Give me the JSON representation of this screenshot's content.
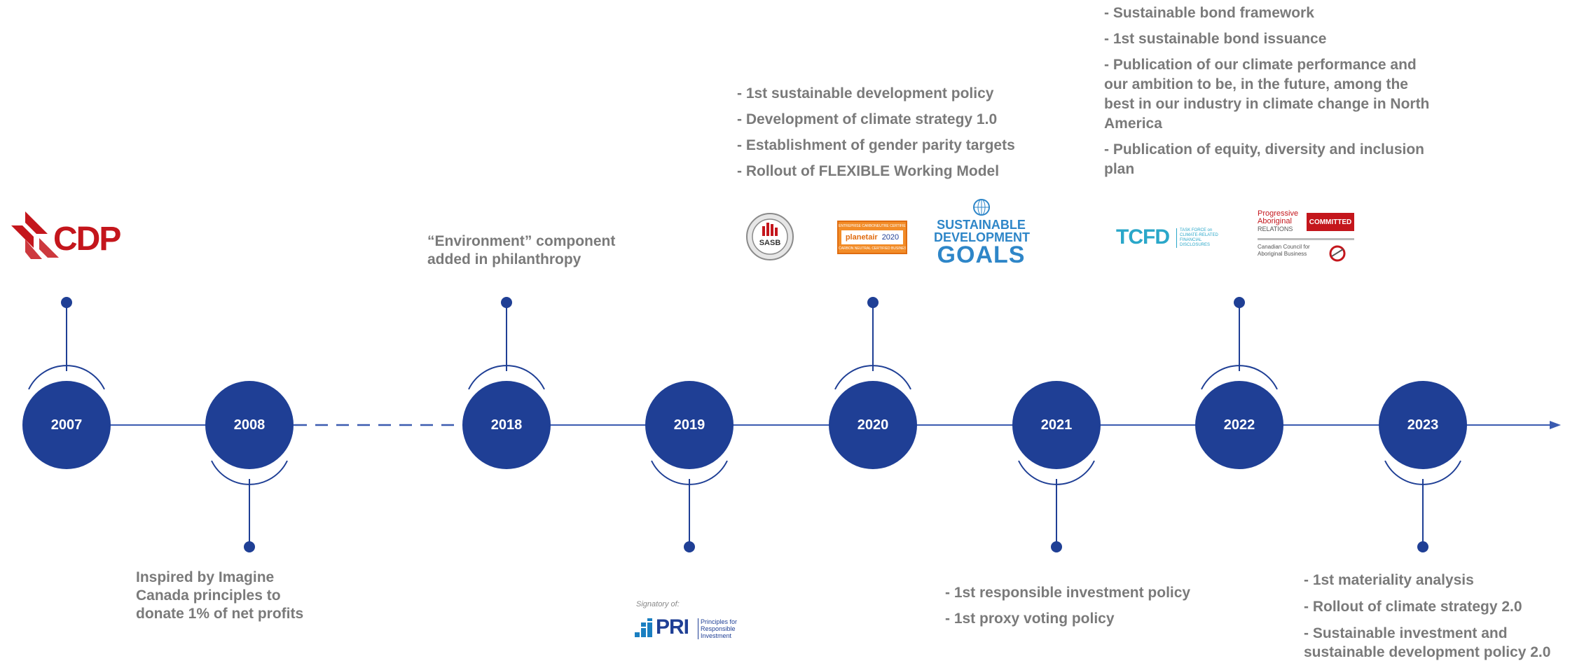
{
  "years": [
    "2007",
    "2008",
    "2018",
    "2019",
    "2020",
    "2021",
    "2022",
    "2023"
  ],
  "notes": {
    "y2008": [
      "Inspired by Imagine",
      "Canada principles to",
      "donate 1% of net profits"
    ],
    "y2018": [
      "“Environment” component",
      "added in philanthropy"
    ],
    "y2020": [
      "- 1st sustainable development policy",
      "- Development of climate strategy 1.0",
      "- Establishment of gender parity targets",
      "- Rollout of FLEXIBLE Working Model"
    ],
    "y2021": [
      "- 1st responsible investment policy",
      "- 1st proxy voting policy"
    ],
    "y2022": [
      "- Sustainable bond framework",
      "- 1st sustainable bond issuance",
      "- Publication of our climate performance and our ambition to be, in the future, among the best in our industry in climate change in North America",
      "- Publication of equity, diversity and inclusion plan"
    ],
    "y2023": [
      "- 1st materiality analysis",
      "- Rollout of climate strategy 2.0",
      "- Sustainable investment and sustainable development policy 2.0"
    ]
  },
  "logos": {
    "cdp": "CDP",
    "sasb": "SASB",
    "planetair_top": "ENTREPRISE CARBONEUTRE CERTIFIÉE",
    "planetair": "planetair",
    "planetair_year": "2020",
    "planetair_bottom": "CARBON NEUTRAL CERTIFIED BUSINESS",
    "sdg_line1": "SUSTAINABLE",
    "sdg_line2": "DEVELOPMENT",
    "sdg_line3": "GOALS",
    "tcfd": "TCFD",
    "tcfd_sub": "TASK FORCE on CLIMATE-RELATED FINANCIAL DISCLOSURES",
    "par_line1": "Progressive",
    "par_line2": "Aboriginal",
    "par_line3": "RELATIONS",
    "par_committed": "COMMITTED",
    "par_ccab": "Canadian Council for Aboriginal Business",
    "pri_signatory": "Signatory of:",
    "pri": "PRI",
    "pri_sub": "Principles for Responsible Investment"
  }
}
